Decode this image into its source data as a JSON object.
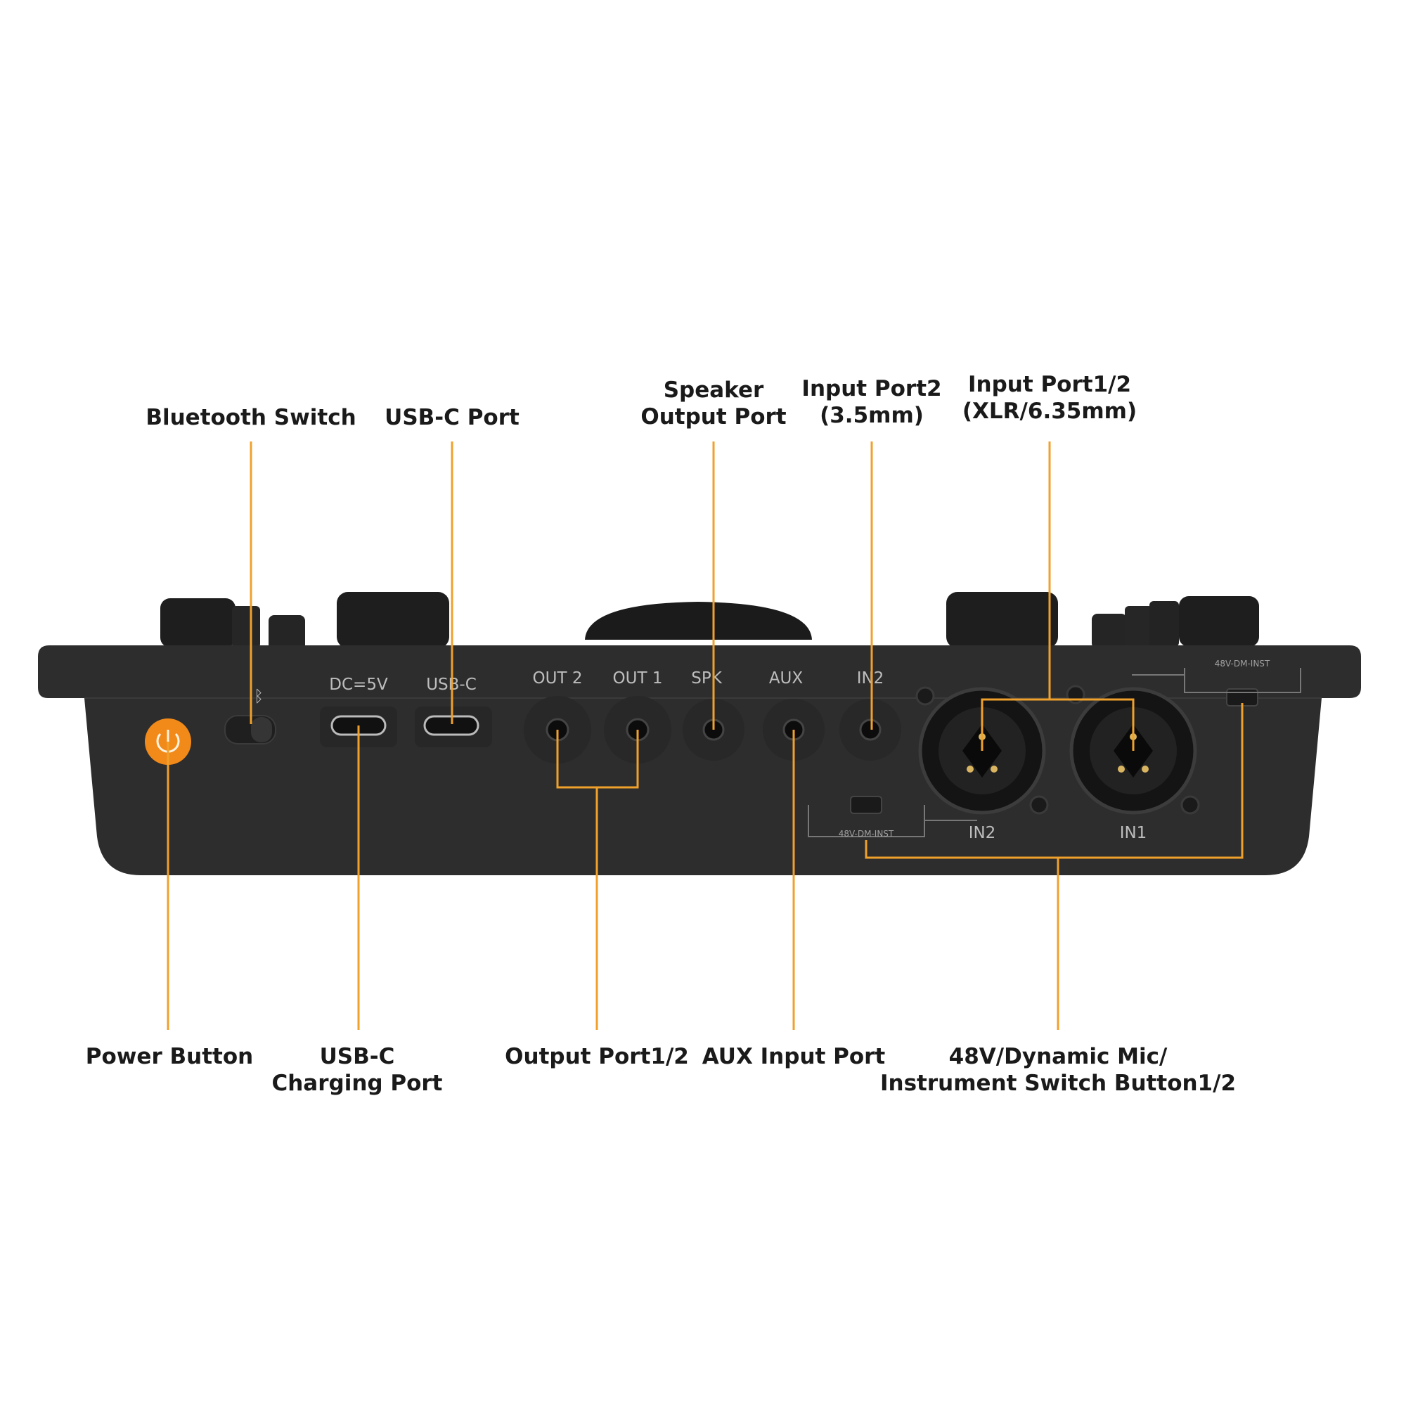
{
  "colors": {
    "accent": "#f0a12c",
    "device": "#2b2b2b",
    "power": "#f28a1a"
  },
  "callouts_top": [
    {
      "lines": [
        "Bluetooth Switch"
      ]
    },
    {
      "lines": [
        "USB-C Port"
      ]
    },
    {
      "lines": [
        "Speaker",
        "Output Port"
      ]
    },
    {
      "lines": [
        "Input Port2",
        "(3.5mm)"
      ]
    },
    {
      "lines": [
        "Input Port1/2",
        "(XLR/6.35mm)"
      ]
    }
  ],
  "callouts_bottom": [
    {
      "lines": [
        "Power Button"
      ]
    },
    {
      "lines": [
        "USB-C",
        "Charging Port"
      ]
    },
    {
      "lines": [
        "Output Port1/2"
      ]
    },
    {
      "lines": [
        "AUX Input Port"
      ]
    },
    {
      "lines": [
        "48V/Dynamic Mic/",
        "Instrument Switch Button1/2"
      ]
    }
  ],
  "device_labels": {
    "dc": "DC=5V",
    "usbc": "USB-C",
    "out2": "OUT 2",
    "out1": "OUT 1",
    "spk": "SPK",
    "aux": "AUX",
    "in2_jack": "IN2",
    "xlr_in2": "IN2",
    "xlr_in1": "IN1",
    "switch1": "48V-DM-INST",
    "switch2": "48V-DM-INST"
  }
}
